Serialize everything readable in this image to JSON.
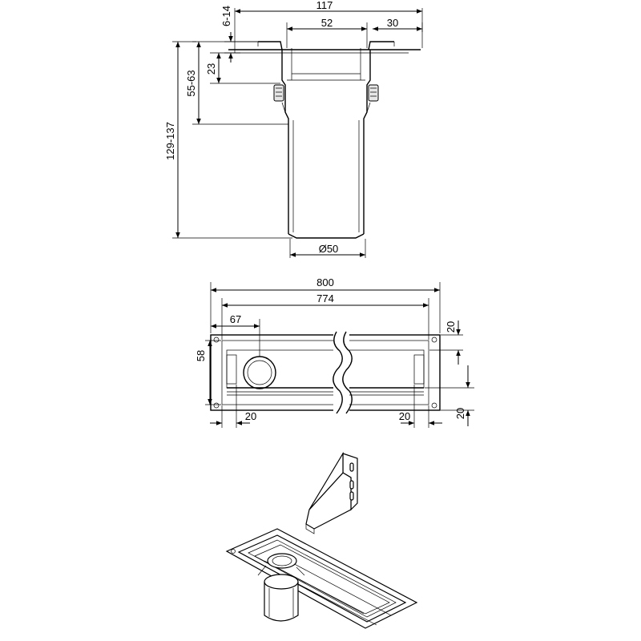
{
  "section_view": {
    "dim_width_total": "117",
    "dim_height_flange": "6-14",
    "dim_outlet_top": "52",
    "dim_flange_side": "30",
    "dim_23": "23",
    "dim_sleeve": "55-63",
    "dim_total_height": "129-137",
    "dim_outlet_diameter": "Ø50"
  },
  "plan_view": {
    "dim_length_total": "800",
    "dim_length_inner": "774",
    "dim_outlet_offset": "67",
    "dim_width": "58",
    "dim_right_top": "20",
    "dim_right_bottom": "20",
    "dim_bottom_left": "20",
    "dim_bottom_right": "20"
  },
  "isometric_view": {}
}
